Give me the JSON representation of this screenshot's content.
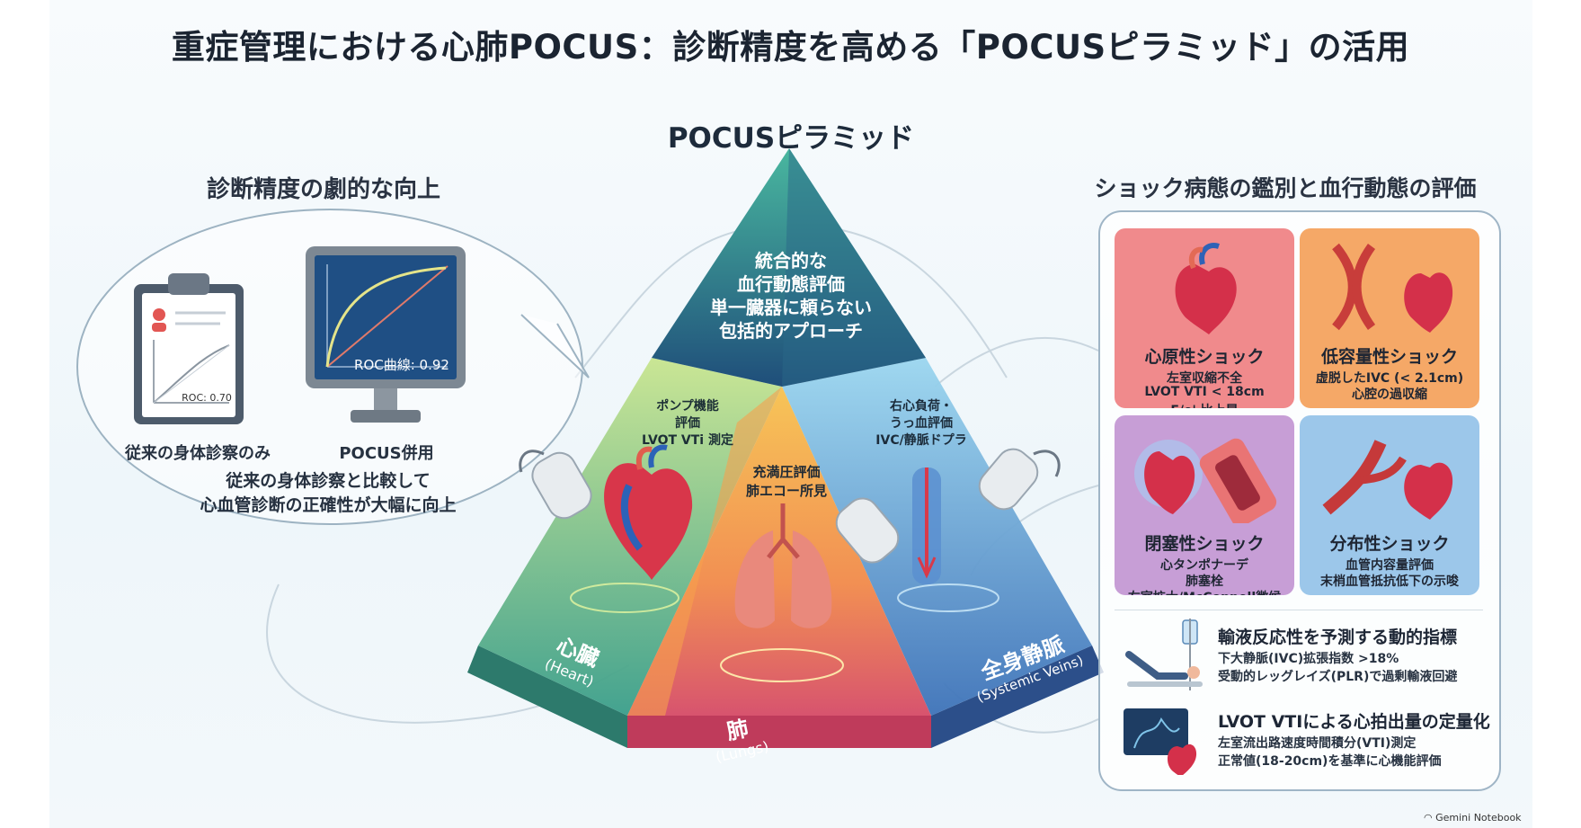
{
  "title": "重症管理における心肺POCUS：診断精度を高める「POCUSピラミッド」の活用",
  "pyramid": {
    "title": "POCUSピラミッド",
    "apex": {
      "line1": "統合的な",
      "line2": "血行動態評価",
      "line3": "単一臓器に頼らない",
      "line4": "包括的アプローチ"
    },
    "heart": {
      "desc1": "ポンプ機能",
      "desc2": "評価",
      "desc3": "LVOT VTi 測定",
      "name": "心臓",
      "name_en": "(Heart)"
    },
    "lungs": {
      "desc1": "充満圧評価",
      "desc2": "肺エコー所見",
      "name": "肺",
      "name_en": "(Lungs)"
    },
    "veins": {
      "desc1": "右心負荷・",
      "desc2": "うっ血評価",
      "desc3": "IVC/静脈ドプラ",
      "name": "全身静脈",
      "name_en": "(Systemic Veins)"
    }
  },
  "left": {
    "heading": "診断精度の劇的な向上",
    "clipboard_roc": "ROC: 0.70",
    "monitor_roc": "ROC曲線: 0.92",
    "caption_physical": "従来の身体診察のみ",
    "caption_pocus": "POCUS併用",
    "summary1": "従来の身体診察と比較して",
    "summary2": "心血管診断の正確性が大幅に向上"
  },
  "right": {
    "heading": "ショック病態の鑑別と血行動態の評価",
    "cards": [
      {
        "title": "心原性ショック",
        "lines": [
          "左室収縮不全",
          "LVOT VTI < 18cm",
          "E/e' 比上昇"
        ],
        "color": "#f08a8c"
      },
      {
        "title": "低容量性ショック",
        "lines": [
          "虚脱したIVC (< 2.1cm)",
          "心腔の過収縮"
        ],
        "color": "#f5a867"
      },
      {
        "title": "閉塞性ショック",
        "lines": [
          "心タンポナーデ",
          "肺塞栓",
          "右室拡大/McConnell徴候"
        ],
        "color": "#c79ed6"
      },
      {
        "title": "分布性ショック",
        "lines": [
          "血管内容量評価",
          "末梢血管抵抗低下の示唆"
        ],
        "color": "#9cc7ea"
      }
    ],
    "indicator1": {
      "title": "輸液反応性を予測する動的指標",
      "line1": "下大静脈(IVC)拡張指数 >18%",
      "line2": "受動的レッグレイズ(PLR)で過剰輸液回避"
    },
    "indicator2": {
      "title": "LVOT VTIによる心拍出量の定量化",
      "line1": "左室流出路速度時間積分(VTI)測定",
      "line2": "正常値(18-20cm)を基準に心機能評価"
    }
  },
  "watermark": "Gemini Notebook"
}
